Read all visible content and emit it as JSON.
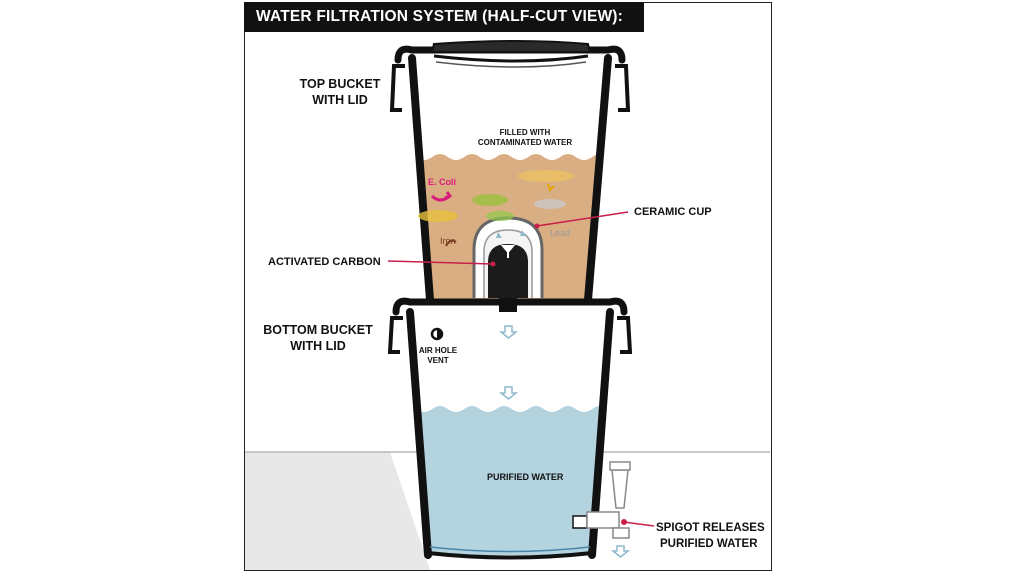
{
  "title": "WATER FILTRATION SYSTEM (HALF-CUT VIEW):",
  "labels": {
    "top_bucket_line1": "TOP BUCKET",
    "top_bucket_line2": "WITH LID",
    "filled_line1": "FILLED WITH",
    "filled_line2": "CONTAMINATED WATER",
    "ceramic_cup": "CERAMIC CUP",
    "activated_carbon": "ACTIVATED CARBON",
    "bottom_bucket_line1": "BOTTOM BUCKET",
    "bottom_bucket_line2": "WITH LID",
    "air_hole_line1": "AIR HOLE",
    "air_hole_line2": "VENT",
    "purified_water": "PURIFIED WATER",
    "spigot_line1": "SPIGOT RELEASES",
    "spigot_line2": "PURIFIED WATER"
  },
  "contaminants": {
    "ecoli": "E. Coli",
    "iron": "Iron",
    "lead": "Lead"
  },
  "colors": {
    "contaminated_water": "#d9ae82",
    "purified_water": "#b3d3df",
    "ecoli": "#d81b7a",
    "pointer_line": "#c8204a",
    "outline": "#111111",
    "arrow": "#8fb8cc"
  }
}
